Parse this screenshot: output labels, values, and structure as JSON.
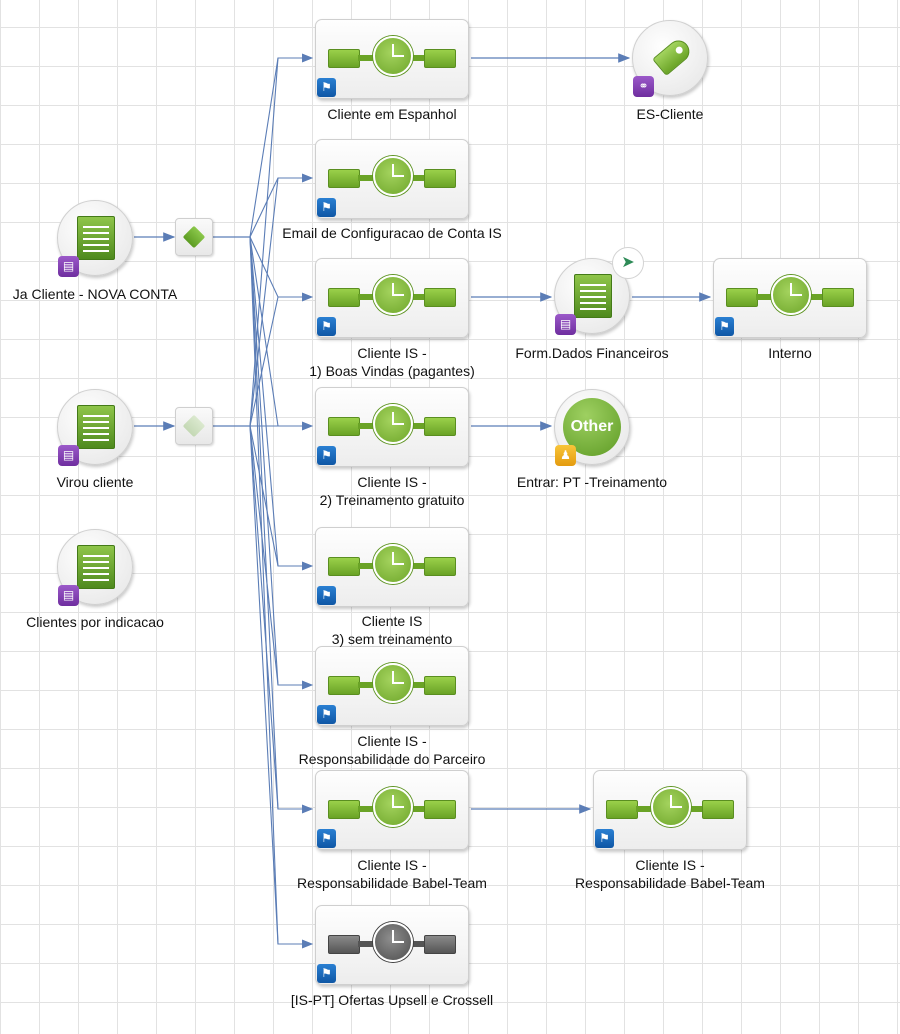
{
  "colors": {
    "connector": "#5b7db6",
    "node_green": "#6aa326",
    "flag_blue": "#1565c0",
    "badge_purple": "#7b3fb0",
    "badge_yellow": "#f0a81c"
  },
  "nodes": {
    "ja_cliente": {
      "label": [
        "Ja Cliente - NOVA CONTA"
      ],
      "icon": "form-icon",
      "badge": "form-badge-icon"
    },
    "virou_cliente": {
      "label": [
        "Virou cliente"
      ],
      "icon": "form-icon",
      "badge": "form-badge-icon"
    },
    "clientes_indicacao": {
      "label": [
        "Clientes por indicacao"
      ],
      "icon": "form-icon",
      "badge": "form-badge-icon"
    },
    "seq_espanhol": {
      "label": [
        "Cliente em Espanhol"
      ]
    },
    "seq_email_config": {
      "label": [
        "Email de Configuracao de Conta IS"
      ]
    },
    "seq_boas_vindas": {
      "label": [
        "Cliente IS -",
        "1) Boas Vindas (pagantes)"
      ]
    },
    "seq_treinamento": {
      "label": [
        "Cliente IS -",
        "2) Treinamento gratuito"
      ]
    },
    "seq_sem_treinamento": {
      "label": [
        "Cliente IS",
        "3) sem treinamento"
      ]
    },
    "seq_parceiro": {
      "label": [
        "Cliente IS -",
        "Responsabilidade do Parceiro"
      ]
    },
    "seq_babel_1": {
      "label": [
        "Cliente IS -",
        "Responsabilidade Babel-Team"
      ]
    },
    "seq_babel_2": {
      "label": [
        "Cliente IS -",
        "Responsabilidade Babel-Team"
      ]
    },
    "seq_ofertas": {
      "label": [
        "[IS-PT] Ofertas Upsell e Crossell"
      ]
    },
    "es_cliente": {
      "label": [
        "ES-Cliente"
      ],
      "icon": "tag-icon"
    },
    "form_financeiros": {
      "label": [
        "Form.Dados Financeiros"
      ],
      "icon": "form-icon"
    },
    "seq_interno": {
      "label": [
        "Interno"
      ]
    },
    "entrar_treinamento": {
      "label": [
        "Entrar: PT -Treinamento"
      ],
      "icon_text": "Other"
    }
  }
}
